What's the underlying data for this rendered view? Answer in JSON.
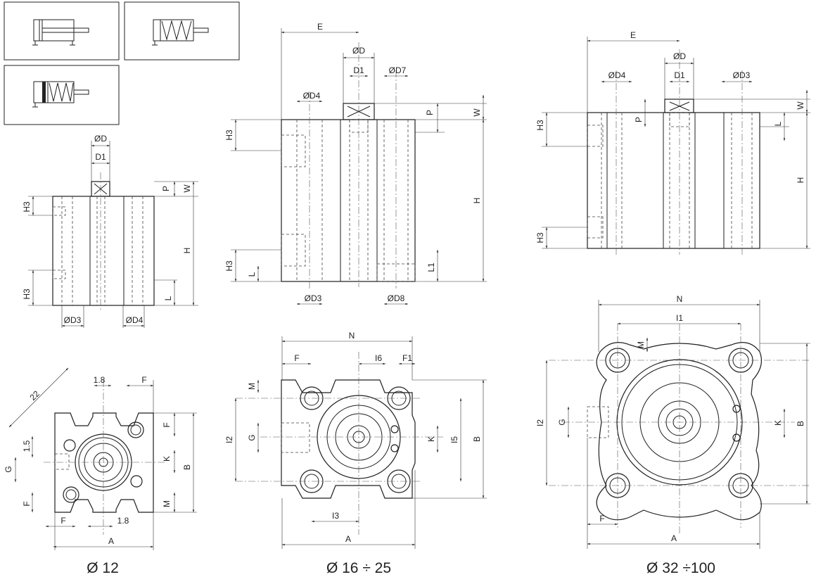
{
  "captions": {
    "size_small": "Ø 12",
    "size_medium": "Ø 16 ÷ 25",
    "size_large": "Ø 32 ÷100"
  },
  "symbols": [
    "double-acting-cylinder-symbol",
    "single-acting-spring-return-symbol",
    "magnetic-piston-spring-symbol"
  ],
  "labels": {
    "oD": "ØD",
    "D1": "D1",
    "oD3": "ØD3",
    "oD4": "ØD4",
    "oD7": "ØD7",
    "oD8": "ØD8",
    "E": "E",
    "H": "H",
    "H3": "H3",
    "L": "L",
    "L1": "L1",
    "P": "P",
    "W": "W",
    "A": "A",
    "B": "B",
    "F": "F",
    "F1": "F1",
    "G": "G",
    "K": "K",
    "M": "M",
    "N": "N",
    "I1": "I1",
    "I2": "I2",
    "I3": "I3",
    "I5": "I5",
    "I6": "I6",
    "v18": "1.8",
    "v15": "1.5",
    "v22": "22"
  }
}
